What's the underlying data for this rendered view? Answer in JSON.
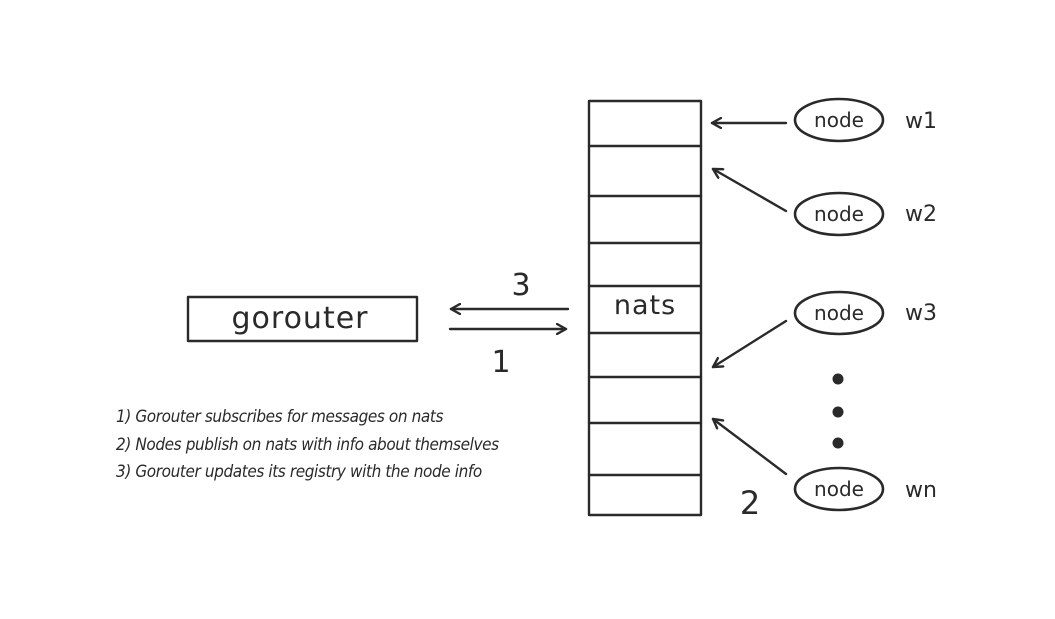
{
  "gorouter": {
    "label": "gorouter"
  },
  "nats": {
    "label": "nats"
  },
  "nodes": [
    {
      "label": "node",
      "name": "w1"
    },
    {
      "label": "node",
      "name": "w2"
    },
    {
      "label": "node",
      "name": "w3"
    },
    {
      "label": "node",
      "name": "wn"
    }
  ],
  "step_labels": {
    "subscribe": "1",
    "publish": "2",
    "update": "3"
  },
  "legend": [
    "1)  Gorouter subscribes for messages on nats",
    "2) Nodes publish on nats with info about themselves",
    "3) Gorouter updates its registry with the node info"
  ],
  "colors": {
    "ink": "#2a2a2a",
    "background": "#ffffff"
  }
}
